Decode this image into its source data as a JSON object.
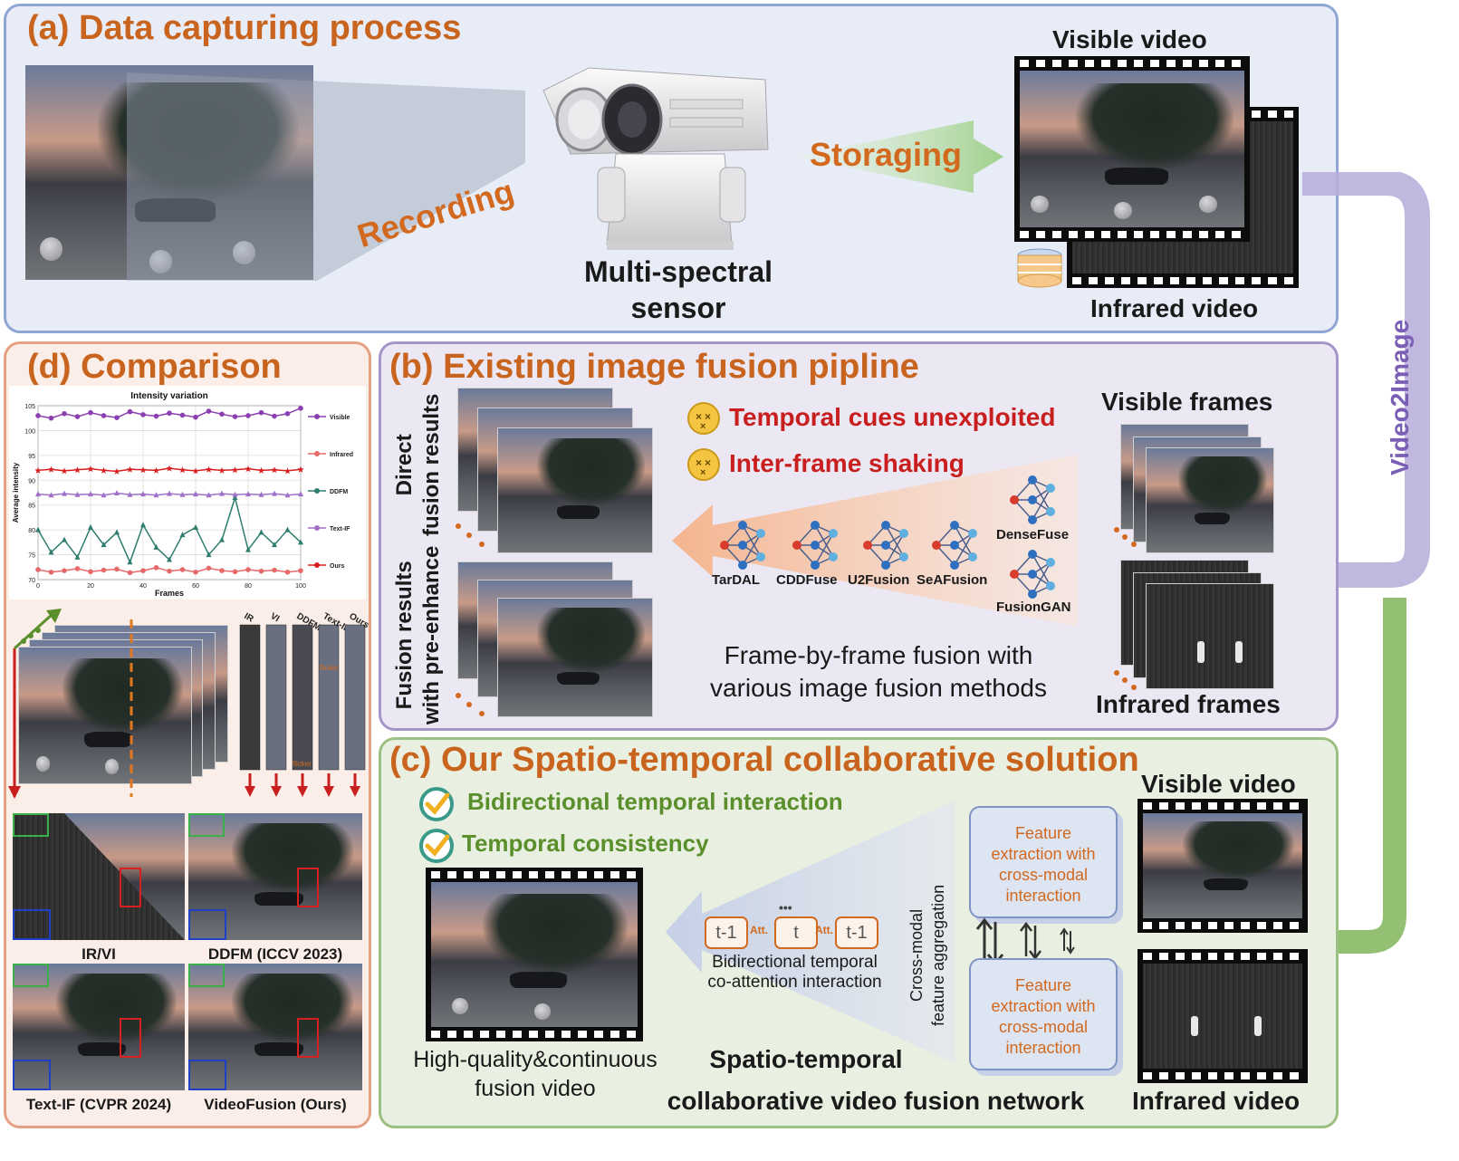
{
  "panel_a": {
    "title": "(a) Data capturing process",
    "recording": "Recording",
    "sensor_line1": "Multi-spectral",
    "sensor_line2": "sensor",
    "storaging": "Storaging",
    "visible_video": "Visible video",
    "infrared_video": "Infrared video"
  },
  "side_label": "Video2Image",
  "panel_b": {
    "title": "(b) Existing image fusion pipline",
    "direct_line1": "Direct",
    "direct_line2": "fusion results",
    "pre_line1": "Fusion results",
    "pre_line2": "with pre-enhance",
    "issue1": "Temporal cues unexploited",
    "issue2": "Inter-frame shaking",
    "methods": [
      "TarDAL",
      "CDDFuse",
      "U2Fusion",
      "SeAFusion",
      "DenseFuse",
      "FusionGAN"
    ],
    "caption_line1": "Frame-by-frame fusion with",
    "caption_line2": "various image fusion methods",
    "visible_frames": "Visible frames",
    "infrared_frames": "Infrared frames"
  },
  "panel_c": {
    "title": "(c) Our Spatio-temporal collaborative solution",
    "check1": "Bidirectional temporal interaction",
    "check2": "Temporal consistency",
    "output_line1": "High-quality&continuous",
    "output_line2": "fusion video",
    "token_left": "t-1",
    "token_mid": "t",
    "token_right": "t-1",
    "att": "Att.",
    "dots": "•••",
    "coatt_line1": "Bidirectional temporal",
    "coatt_line2": "co-attention interaction",
    "aggregation_line1": "Cross-modal",
    "aggregation_line2": "feature aggregation",
    "feature_box": [
      "Feature",
      "extraction with",
      "cross-modal",
      "interaction"
    ],
    "network_line1": "Spatio-temporal",
    "network_line2": "collaborative video fusion network",
    "visible_video": "Visible video",
    "infrared_video": "Infrared video"
  },
  "panel_d": {
    "title": "(d) Comparison",
    "strip_labels": [
      "IR",
      "VI",
      "DDFM",
      "Text-IF",
      "Ours"
    ],
    "flicker": "flicker",
    "captions": [
      "IR/VI",
      "DDFM (ICCV 2023)",
      "Text-IF (CVPR 2024)",
      "VideoFusion (Ours)"
    ]
  },
  "colors": {
    "panel_a_bg": "#e8ecf6",
    "panel_a_border": "#8fa6d4",
    "panel_b_bg": "#ece8f3",
    "panel_b_border": "#a695c9",
    "panel_c_bg": "#e9efe1",
    "panel_c_border": "#9cbf84",
    "panel_d_bg": "#fbeee8",
    "panel_d_border": "#e6a184",
    "title": "#c8641e",
    "warning": "#c81e1e",
    "positive": "#5a8f2c"
  },
  "chart_data": {
    "type": "line",
    "title": "Intensity variation",
    "xlabel": "Frames",
    "ylabel": "Average intensity",
    "xlim": [
      0,
      100
    ],
    "ylim": [
      70,
      105
    ],
    "xticks": [
      0,
      20,
      40,
      60,
      80,
      100
    ],
    "yticks": [
      70,
      75,
      80,
      85,
      90,
      95,
      100,
      105
    ],
    "grid": true,
    "legend_position": "right",
    "series": [
      {
        "name": "Visible",
        "color": "#8b3fb0",
        "marker": "circle",
        "values": [
          103.0,
          102.5,
          103.4,
          102.8,
          103.6,
          103.0,
          102.6,
          103.8,
          103.2,
          102.9,
          103.5,
          103.1,
          102.7,
          103.9,
          103.3,
          102.8,
          103.0,
          103.6,
          102.9,
          103.4,
          104.5
        ]
      },
      {
        "name": "Infrared",
        "color": "#e66a6a",
        "marker": "circle",
        "values": [
          72.0,
          71.5,
          71.8,
          72.2,
          71.6,
          71.9,
          72.1,
          71.4,
          71.8,
          72.4,
          71.7,
          72.0,
          71.5,
          72.3,
          71.8,
          71.6,
          72.0,
          71.7,
          71.9,
          71.5,
          71.8
        ]
      },
      {
        "name": "DDFM",
        "color": "#2e7d6e",
        "marker": "triangle",
        "values": [
          80.0,
          75.5,
          78.0,
          74.5,
          80.5,
          77.0,
          79.5,
          73.5,
          81.0,
          76.5,
          74.0,
          79.0,
          80.5,
          75.0,
          78.0,
          86.5,
          76.0,
          79.5,
          77.0,
          80.0,
          77.5
        ]
      },
      {
        "name": "Text-IF",
        "color": "#a070c8",
        "marker": "triangle",
        "values": [
          87.2,
          87.0,
          87.3,
          87.1,
          87.2,
          87.0,
          87.4,
          87.1,
          87.2,
          87.0,
          87.3,
          87.1,
          87.2,
          87.0,
          87.3,
          87.1,
          87.2,
          87.1,
          87.3,
          87.0,
          87.2
        ]
      },
      {
        "name": "Ours",
        "color": "#d81e1e",
        "marker": "star",
        "values": [
          92.0,
          92.2,
          91.9,
          92.1,
          92.3,
          92.0,
          91.8,
          92.2,
          92.1,
          92.0,
          92.4,
          92.1,
          91.9,
          92.2,
          92.0,
          92.1,
          92.3,
          92.0,
          92.1,
          91.9,
          92.2
        ]
      }
    ]
  }
}
